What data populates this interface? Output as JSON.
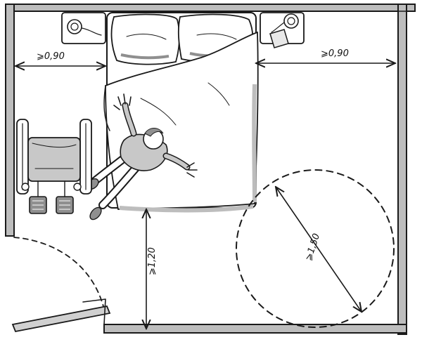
{
  "dimensions": {
    "left_clearance": "⩾0,90",
    "right_clearance": "⩾0,90",
    "foot_clearance": "⩾1,20",
    "turning_circle": "⩾1,50"
  },
  "colors": {
    "ink": "#1a1a1a",
    "wall_fill": "#bdbdbd",
    "shade": "#c8c8c8",
    "shade_dark": "#8f8f8f",
    "paper": "#ffffff"
  },
  "icons": {
    "wheelchair": "wheelchair-icon",
    "person": "person-lying-icon",
    "lamp": "lamp-icon"
  }
}
